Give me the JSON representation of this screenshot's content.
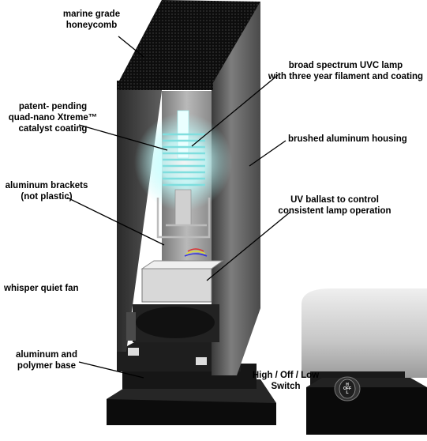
{
  "labels": {
    "honeycomb": "marine grade\nhoneycomb",
    "catalyst": "patent- pending\nquad-nano Xtreme™\ncatalyst coating",
    "brackets": "aluminum brackets\n(not plastic)",
    "fan": "whisper quiet fan",
    "base": "aluminum and\npolymer base",
    "uvc_lamp": "broad spectrum UVC lamp\nwith three year filament and coating",
    "housing": "brushed aluminum housing",
    "ballast": "UV ballast to control\nconsistent lamp operation",
    "switch": "High / Off / Low\nSwitch"
  },
  "switch_face": {
    "top": "H",
    "mid": "OFF",
    "bottom": "L"
  },
  "colors": {
    "lamp_glow": "#aef4f4",
    "housing": "#6e6e6e",
    "base": "#111111"
  }
}
